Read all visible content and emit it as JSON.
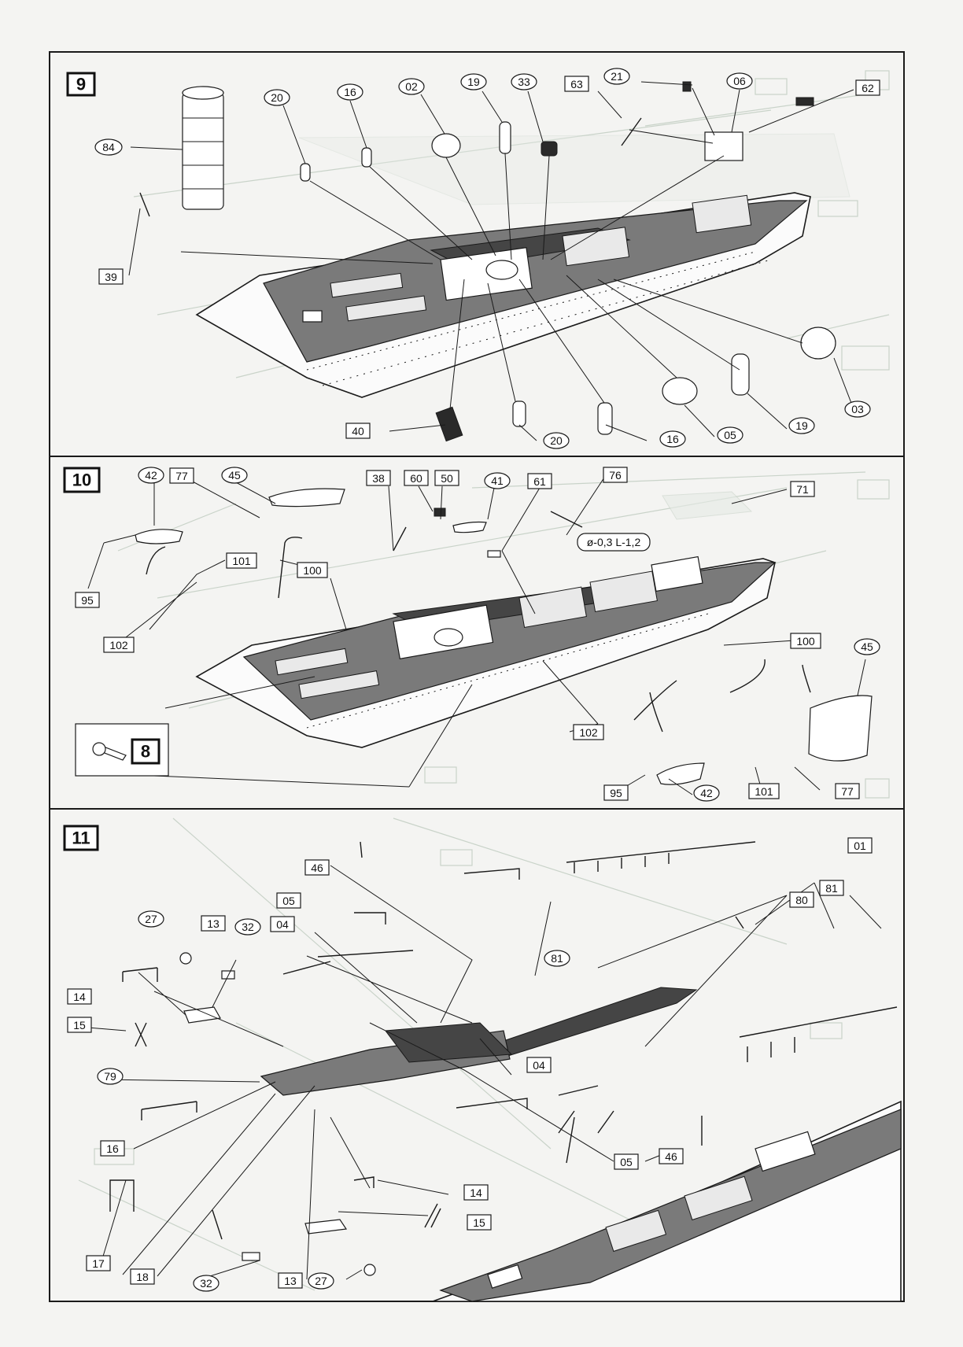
{
  "steps": [
    {
      "number": "9",
      "labels": [
        "84",
        "39",
        "20",
        "16",
        "02",
        "19",
        "33",
        "63",
        "21",
        "06",
        "62",
        "40",
        "20",
        "16",
        "05",
        "19",
        "03"
      ]
    },
    {
      "number": "10",
      "labels": [
        "42",
        "77",
        "45",
        "95",
        "101",
        "102",
        "100",
        "38",
        "60",
        "50",
        "41",
        "61",
        "76",
        "ø-0,3 L-1,2",
        "71",
        "100",
        "45",
        "102",
        "95",
        "42",
        "101",
        "77"
      ],
      "inset_label": "8"
    },
    {
      "number": "11",
      "labels": [
        "46",
        "01",
        "27",
        "13",
        "32",
        "05",
        "04",
        "81",
        "81",
        "80",
        "14",
        "15",
        "79",
        "04",
        "16",
        "05",
        "46",
        "14",
        "15",
        "17",
        "18",
        "32",
        "13",
        "27"
      ]
    }
  ]
}
